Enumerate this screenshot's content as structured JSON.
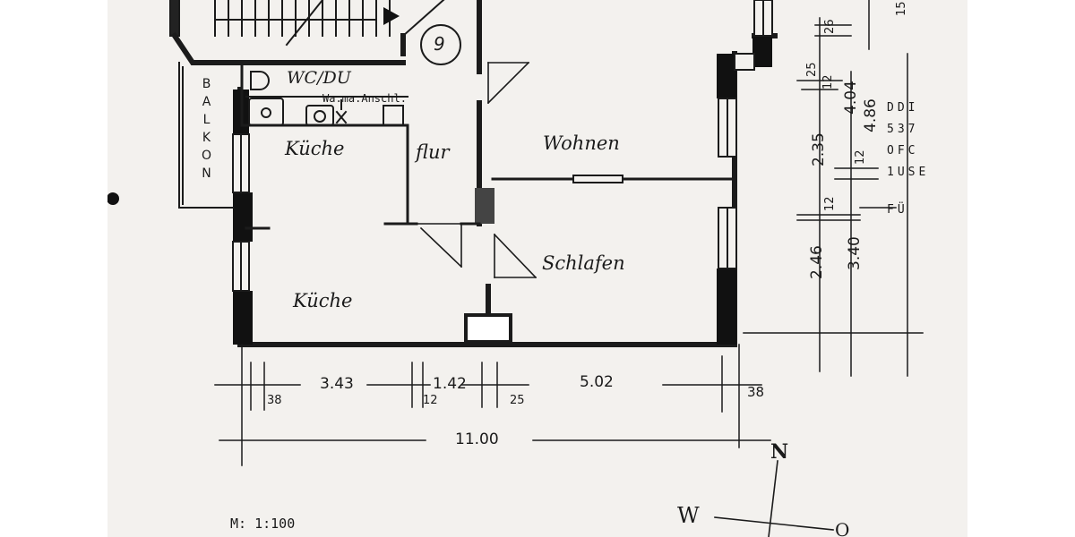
{
  "plan": {
    "scale": "M: 1:100",
    "unit_number": "9",
    "rooms": {
      "wc_du": "WC/DU",
      "wa_ma_anschl": "Wa.ma.Anschl.",
      "kueche_top": "Küche",
      "flur": "flur",
      "wohnen": "Wohnen",
      "schlafen": "Schlafen",
      "kueche": "Küche",
      "balkon": [
        "B",
        "A",
        "L",
        "K",
        "O",
        "N"
      ]
    },
    "dimensions_bottom": {
      "d_38_left": "38",
      "d_343": "3.43",
      "d_12": "12",
      "d_142": "1.42",
      "d_25": "25",
      "d_502": "5.02",
      "d_38_right": "38",
      "d_total": "11.00"
    },
    "dimensions_right": {
      "d_26": "26",
      "d_25": "25",
      "d_12a": "12",
      "d_404": "4.04",
      "d_486": "4.86",
      "d_235": "2.35",
      "d_12b": "12",
      "d_12c": "12",
      "d_246": "2.46",
      "d_340": "3.40",
      "d_top": "15"
    },
    "legend_fragment": [
      "DDI",
      "537",
      "OFC",
      "1USE",
      "FÜ"
    ],
    "compass": {
      "north": "N",
      "west": "W",
      "east": "O"
    }
  }
}
